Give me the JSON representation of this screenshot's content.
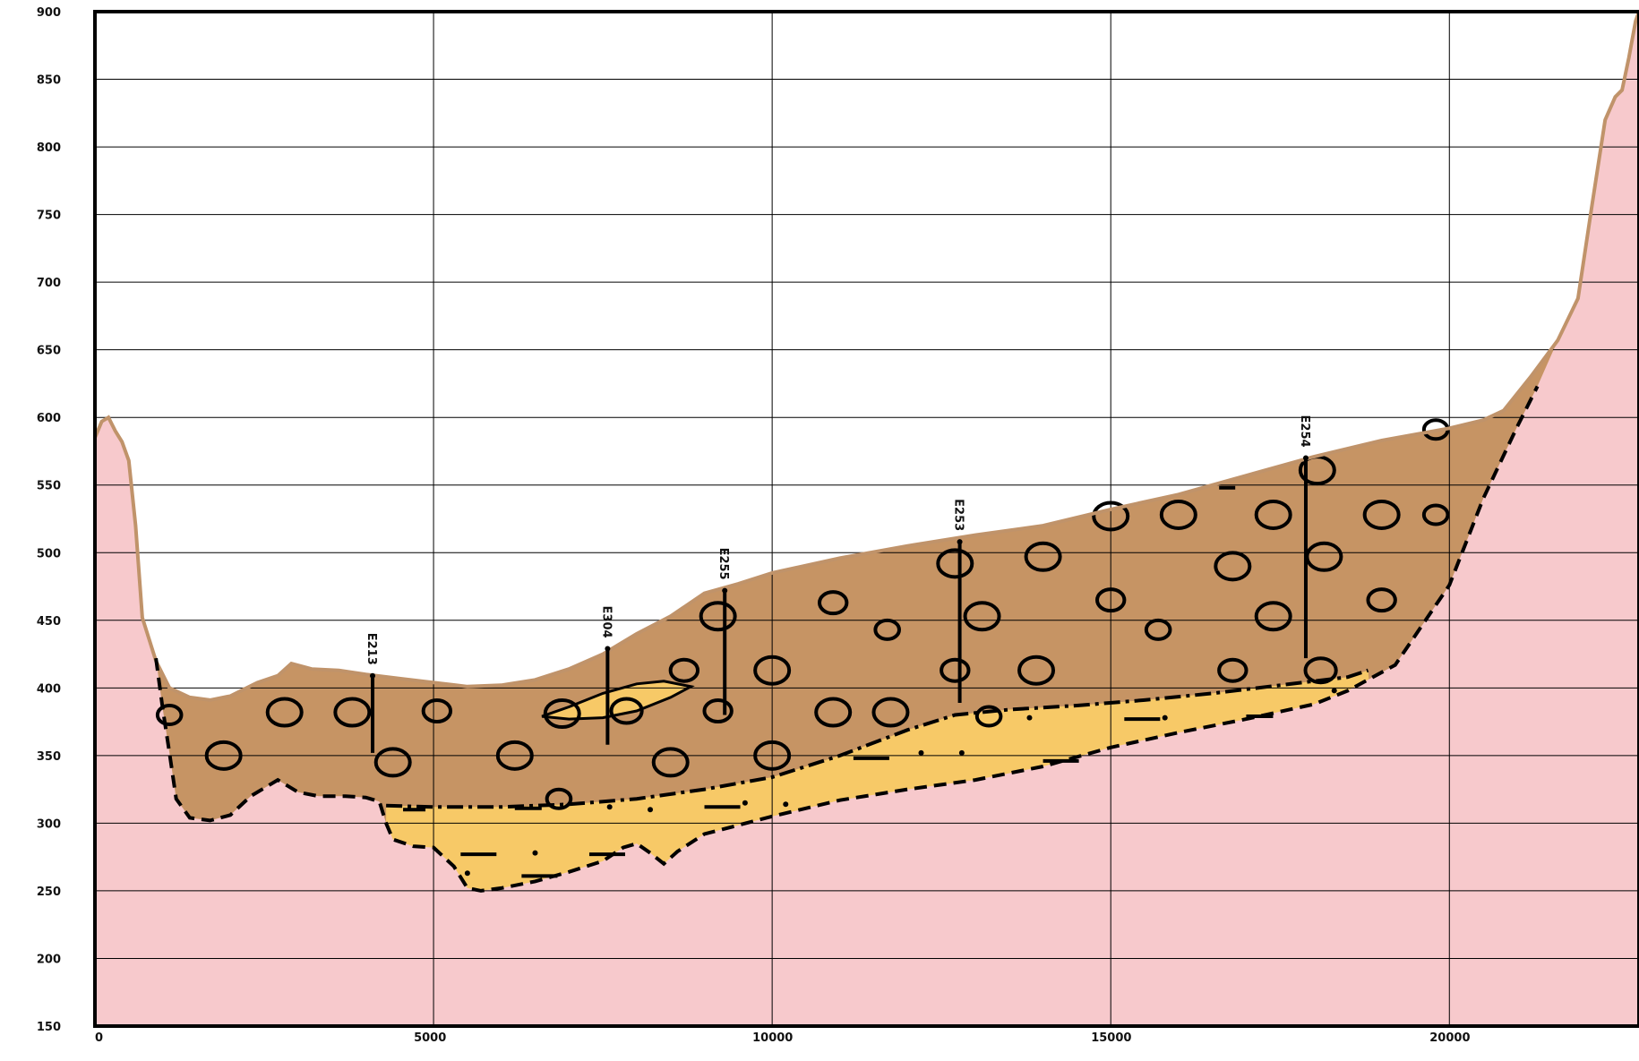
{
  "chart_data": {
    "type": "area",
    "title": "",
    "xlabel": "",
    "ylabel": "",
    "xlim": [
      0,
      22800
    ],
    "ylim": [
      150,
      900
    ],
    "x_ticks": [
      0,
      5000,
      10000,
      15000,
      20000
    ],
    "y_ticks": [
      150,
      200,
      250,
      300,
      350,
      400,
      450,
      500,
      550,
      600,
      650,
      700,
      750,
      800,
      850,
      900
    ],
    "grid": true,
    "colors": {
      "bedrock": "#f7c9cc",
      "bedrock_edge": "#c0936a",
      "gravel": "#c69464",
      "sand": "#f7c967",
      "line": "#000000"
    },
    "series": [
      {
        "layer": "ground_surface",
        "points": [
          [
            0,
            585
          ],
          [
            100,
            597
          ],
          [
            200,
            600
          ],
          [
            300,
            590
          ],
          [
            400,
            582
          ],
          [
            500,
            568
          ],
          [
            600,
            520
          ],
          [
            700,
            452
          ],
          [
            900,
            420
          ],
          [
            1100,
            400
          ],
          [
            1400,
            393
          ],
          [
            1700,
            391
          ],
          [
            2000,
            394
          ],
          [
            2400,
            404
          ],
          [
            2700,
            409
          ],
          [
            2900,
            418
          ],
          [
            3200,
            414
          ],
          [
            3600,
            413
          ],
          [
            4000,
            410
          ],
          [
            4500,
            407
          ],
          [
            5000,
            404
          ],
          [
            5500,
            401
          ],
          [
            6000,
            402
          ],
          [
            6500,
            406
          ],
          [
            7000,
            414
          ],
          [
            7500,
            425
          ],
          [
            8000,
            440
          ],
          [
            8500,
            453
          ],
          [
            9000,
            470
          ],
          [
            9500,
            477
          ],
          [
            10000,
            485
          ],
          [
            11000,
            496
          ],
          [
            12000,
            505
          ],
          [
            13000,
            513
          ],
          [
            14000,
            520
          ],
          [
            15000,
            532
          ],
          [
            16000,
            543
          ],
          [
            17000,
            557
          ],
          [
            18000,
            571
          ],
          [
            19000,
            583
          ],
          [
            20000,
            592
          ],
          [
            20500,
            598
          ],
          [
            20800,
            605
          ],
          [
            21200,
            630
          ],
          [
            21600,
            657
          ],
          [
            21900,
            688
          ],
          [
            22100,
            755
          ],
          [
            22300,
            820
          ],
          [
            22450,
            837
          ],
          [
            22550,
            842
          ],
          [
            22650,
            866
          ],
          [
            22750,
            893
          ],
          [
            22800,
            900
          ]
        ]
      },
      {
        "layer": "bedrock_top",
        "points": [
          [
            900,
            422
          ],
          [
            1000,
            385
          ],
          [
            1100,
            352
          ],
          [
            1200,
            318
          ],
          [
            1400,
            304
          ],
          [
            1700,
            302
          ],
          [
            2000,
            306
          ],
          [
            2300,
            320
          ],
          [
            2700,
            332
          ],
          [
            3000,
            323
          ],
          [
            3300,
            320
          ],
          [
            3700,
            320
          ],
          [
            4000,
            319
          ],
          [
            4200,
            316
          ],
          [
            4300,
            300
          ],
          [
            4400,
            288
          ],
          [
            4700,
            283
          ],
          [
            5000,
            282
          ],
          [
            5300,
            268
          ],
          [
            5500,
            252
          ],
          [
            5700,
            250
          ],
          [
            6000,
            252
          ],
          [
            6500,
            257
          ],
          [
            7000,
            264
          ],
          [
            7500,
            272
          ],
          [
            7800,
            282
          ],
          [
            8000,
            285
          ],
          [
            8200,
            278
          ],
          [
            8400,
            270
          ],
          [
            8600,
            279
          ],
          [
            9000,
            292
          ],
          [
            10000,
            305
          ],
          [
            11000,
            317
          ],
          [
            12000,
            325
          ],
          [
            13000,
            332
          ],
          [
            14000,
            342
          ],
          [
            15000,
            356
          ],
          [
            16000,
            367
          ],
          [
            17000,
            377
          ],
          [
            18000,
            388
          ],
          [
            18500,
            398
          ],
          [
            19200,
            417
          ],
          [
            20000,
            476
          ],
          [
            20500,
            540
          ],
          [
            21000,
            593
          ],
          [
            21300,
            623
          ]
        ]
      },
      {
        "layer": "gravel_base",
        "points": [
          [
            4300,
            313
          ],
          [
            5000,
            312
          ],
          [
            6000,
            312
          ],
          [
            7000,
            314
          ],
          [
            8000,
            318
          ],
          [
            9000,
            325
          ],
          [
            10000,
            334
          ],
          [
            11000,
            350
          ],
          [
            12000,
            369
          ],
          [
            12700,
            380
          ],
          [
            13500,
            384
          ],
          [
            14500,
            387
          ],
          [
            15500,
            391
          ],
          [
            16500,
            396
          ],
          [
            17500,
            402
          ],
          [
            18500,
            408
          ],
          [
            18800,
            413
          ]
        ]
      },
      {
        "layer": "clay_lens",
        "points": [
          [
            6600,
            379
          ],
          [
            7000,
            386
          ],
          [
            7500,
            396
          ],
          [
            8000,
            403
          ],
          [
            8400,
            405
          ],
          [
            8800,
            401
          ],
          [
            8500,
            393
          ],
          [
            8000,
            383
          ],
          [
            7500,
            378
          ],
          [
            7000,
            377
          ],
          [
            6600,
            379
          ]
        ]
      }
    ],
    "wells": [
      {
        "name": "E213",
        "x": 4100,
        "top": 409,
        "bottom": 352
      },
      {
        "name": "E304",
        "x": 7570,
        "top": 429,
        "bottom": 358
      },
      {
        "name": "E255",
        "x": 9300,
        "top": 472,
        "bottom": 380
      },
      {
        "name": "E253",
        "x": 12770,
        "top": 508,
        "bottom": 389
      },
      {
        "name": "E254",
        "x": 17880,
        "top": 570,
        "bottom": 422
      }
    ]
  }
}
